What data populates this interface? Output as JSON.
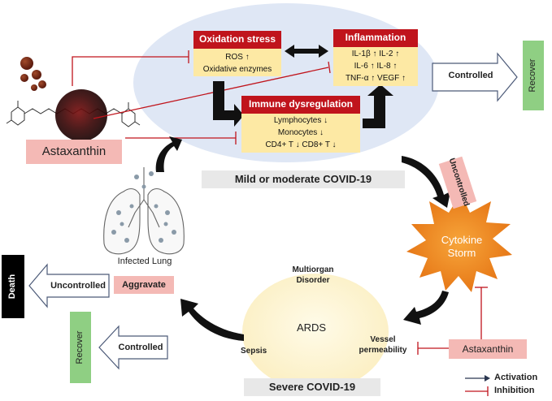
{
  "oxidation": {
    "title": "Oxidation stress",
    "lines": [
      "ROS ↑",
      "Oxidative enzymes"
    ]
  },
  "inflammation": {
    "title": "Inflammation",
    "rows": [
      "IL-1β ↑ IL-2 ↑",
      "IL-6 ↑ IL-8 ↑",
      "TNF-α ↑ VEGF ↑"
    ]
  },
  "immune": {
    "title": "Immune dysregulation",
    "rows": [
      "Lymphocytes ↓",
      "Monocytes ↓",
      "CD4+ T ↓  CD8+ T ↓"
    ]
  },
  "astaxanthin_left": "Astaxanthin",
  "astaxanthin_right": "Astaxanthin",
  "controlled_top": "Controlled",
  "recover_top": "Recover",
  "mild_label": "Mild or moderate COVID-19",
  "uncontrolled_right": "Uncontrolled",
  "cytokine_storm": [
    "Cytokine",
    "Storm"
  ],
  "infected_lung": "Infected Lung",
  "aggravate": "Aggravate",
  "uncontrolled_left": "Uncontrolled",
  "death": "Death",
  "controlled_bottom": "Controlled",
  "recover_bottom": "Recover",
  "ards": {
    "center": "ARDS",
    "multiorgan": [
      "Multiorgan",
      "Disorder"
    ],
    "sepsis": "Sepsis",
    "vessel": [
      "Vessel",
      "permeability"
    ]
  },
  "severe_label": "Severe COVID-19",
  "legend": {
    "activation": "Activation",
    "inhibition": "Inhibition"
  },
  "colors": {
    "inhibition": "#c0141c",
    "header": "#c0141c",
    "body": "#fde9a4",
    "pink": "#f4b9b5",
    "green": "#8fcf83",
    "ellipse": "#dfe7f5",
    "ards": "#fdf1c8",
    "storm": "#f28a1e"
  }
}
